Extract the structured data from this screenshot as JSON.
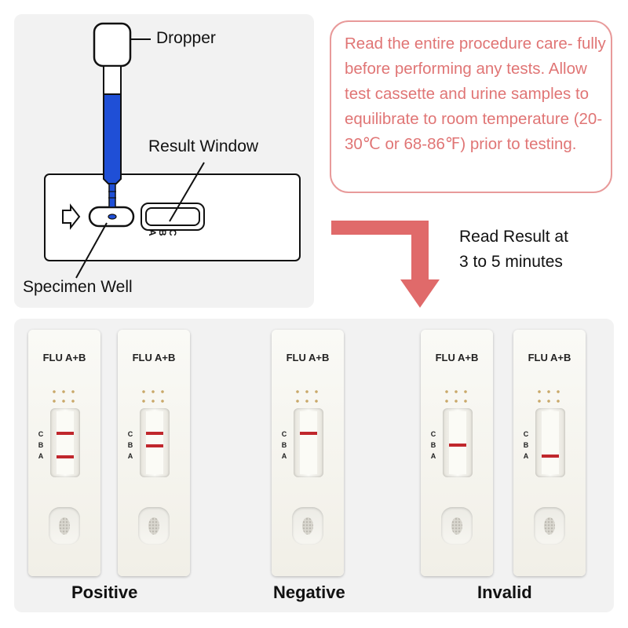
{
  "labels": {
    "dropper": "Dropper",
    "result_window": "Result Window",
    "specimen_well": "Specimen Well",
    "window_lines": [
      "C",
      "B",
      "A"
    ]
  },
  "note": {
    "text": "Read the entire procedure care- fully before performing any tests. Allow test cassette and urine samples to equilibrate to room temperature (20-30℃ or 68-86℉) prior to testing."
  },
  "read_result": {
    "line1": "Read Result at",
    "line2": "3 to 5 minutes"
  },
  "categories": {
    "positive": "Positive",
    "negative": "Negative",
    "invalid": "Invalid"
  },
  "cassettes": [
    {
      "brand": "FLU A+B",
      "cba": [
        "C",
        "B",
        "A"
      ],
      "bands": [
        "C",
        "A"
      ]
    },
    {
      "brand": "FLU A+B",
      "cba": [
        "C",
        "B",
        "A"
      ],
      "bands": [
        "C",
        "B"
      ]
    },
    {
      "brand": "FLU A+B",
      "cba": [
        "C",
        "B",
        "A"
      ],
      "bands": [
        "C"
      ]
    },
    {
      "brand": "FLU A+B",
      "cba": [
        "C",
        "B",
        "A"
      ],
      "bands": [
        "B"
      ]
    },
    {
      "brand": "FLU A+B",
      "cba": [
        "C",
        "B",
        "A"
      ],
      "bands": [
        "A"
      ]
    }
  ],
  "colors": {
    "note_border": "#e89a9a",
    "note_text": "#e07575",
    "arrow": "#e06a6a",
    "dropper_fluid": "#1f4fd6",
    "band": "#c0272d",
    "panel_bg": "#f2f2f2"
  }
}
